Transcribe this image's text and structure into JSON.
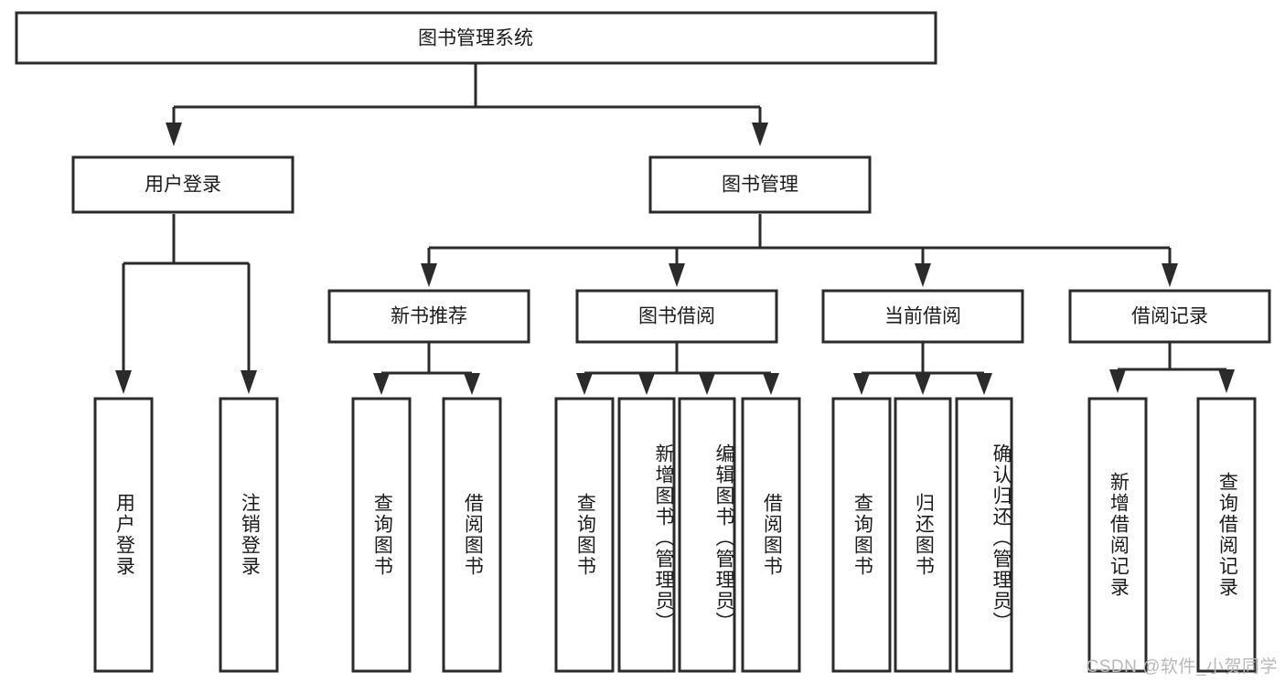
{
  "diagram": {
    "title": "图书管理系统",
    "type": "tree",
    "watermark": "CSDN @软件_小贺同学",
    "colors": {
      "stroke": "#2b2b2b",
      "fill": "#ffffff",
      "text": "#1c1c1c",
      "watermark": "#b9b9b9",
      "background": "#ffffff"
    },
    "levels": {
      "root": "图书管理系统",
      "level2": [
        "用户登录",
        "图书管理"
      ],
      "level3": [
        "新书推荐",
        "图书借阅",
        "当前借阅",
        "借阅记录"
      ]
    }
  },
  "nodes": {
    "root": {
      "label": "图书管理系统",
      "orientation": "horizontal"
    },
    "user_login": {
      "label": "用户登录",
      "orientation": "horizontal"
    },
    "book_manage": {
      "label": "图书管理",
      "orientation": "horizontal"
    },
    "new_book_rec": {
      "label": "新书推荐",
      "orientation": "horizontal"
    },
    "book_borrow": {
      "label": "图书借阅",
      "orientation": "horizontal"
    },
    "current_borrow": {
      "label": "当前借阅",
      "orientation": "horizontal"
    },
    "borrow_record": {
      "label": "借阅记录",
      "orientation": "horizontal"
    },
    "leaf_user_login": {
      "label": "用户登录",
      "orientation": "vertical"
    },
    "leaf_logout": {
      "label": "注销登录",
      "orientation": "vertical"
    },
    "leaf_query_book_a": {
      "label": "查询图书",
      "orientation": "vertical"
    },
    "leaf_borrow_book_a": {
      "label": "借阅图书",
      "orientation": "vertical"
    },
    "leaf_query_book_b": {
      "label": "查询图书",
      "orientation": "vertical"
    },
    "leaf_add_book": {
      "label": "新增图书（管理员）",
      "orientation": "vertical"
    },
    "leaf_edit_book": {
      "label": "编辑图书（管理员）",
      "orientation": "vertical"
    },
    "leaf_borrow_book_b": {
      "label": "借阅图书",
      "orientation": "vertical"
    },
    "leaf_query_book_c": {
      "label": "查询图书",
      "orientation": "vertical"
    },
    "leaf_return_book": {
      "label": "归还图书",
      "orientation": "vertical"
    },
    "leaf_confirm_return": {
      "label": "确认归还（管理员）",
      "orientation": "vertical"
    },
    "leaf_add_record": {
      "label": "新增借阅记录",
      "orientation": "vertical"
    },
    "leaf_query_record": {
      "label": "查询借阅记录",
      "orientation": "vertical"
    }
  },
  "tree": {
    "name": "图书管理系统",
    "children": [
      {
        "name": "用户登录",
        "children": [
          {
            "name": "用户登录"
          },
          {
            "name": "注销登录"
          }
        ]
      },
      {
        "name": "图书管理",
        "children": [
          {
            "name": "新书推荐",
            "children": [
              {
                "name": "查询图书"
              },
              {
                "name": "借阅图书"
              }
            ]
          },
          {
            "name": "图书借阅",
            "children": [
              {
                "name": "查询图书"
              },
              {
                "name": "新增图书（管理员）"
              },
              {
                "name": "编辑图书（管理员）"
              },
              {
                "name": "借阅图书"
              }
            ]
          },
          {
            "name": "当前借阅",
            "children": [
              {
                "name": "查询图书"
              },
              {
                "name": "归还图书"
              },
              {
                "name": "确认归还（管理员）"
              }
            ]
          },
          {
            "name": "借阅记录",
            "children": [
              {
                "name": "新增借阅记录"
              },
              {
                "name": "查询借阅记录"
              }
            ]
          }
        ]
      }
    ]
  }
}
